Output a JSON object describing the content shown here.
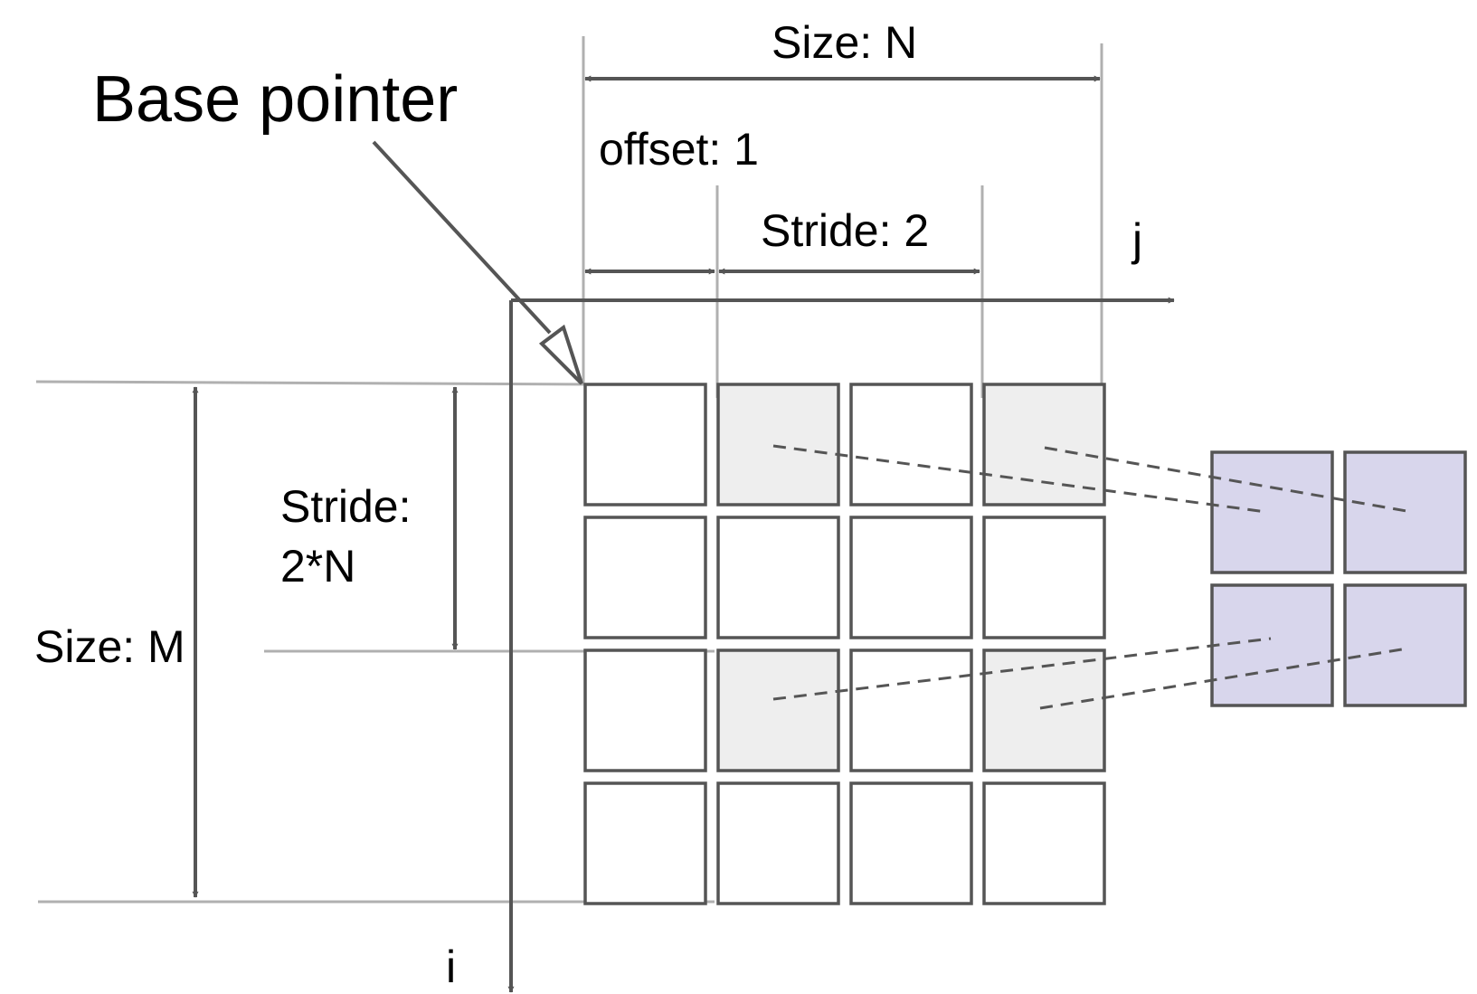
{
  "labels": {
    "base_pointer": "Base pointer",
    "size_n": "Size: N",
    "offset": "offset: 1",
    "stride_col": "Stride: 2",
    "axis_j": "j",
    "axis_i": "i",
    "stride_row_line1": "Stride:",
    "stride_row_line2": "2*N",
    "size_m": "Size: M"
  },
  "matrix": {
    "rows": 4,
    "cols": 4,
    "selected_cells": [
      [
        0,
        1
      ],
      [
        0,
        3
      ],
      [
        2,
        1
      ],
      [
        2,
        3
      ]
    ]
  },
  "result": {
    "rows": 2,
    "cols": 2
  },
  "colors": {
    "cell_fill": "#ffffff",
    "selected_fill": "#eeeeee",
    "result_fill": "#d8d6ec",
    "stroke": "#555555",
    "guide": "#b0b0b0"
  }
}
